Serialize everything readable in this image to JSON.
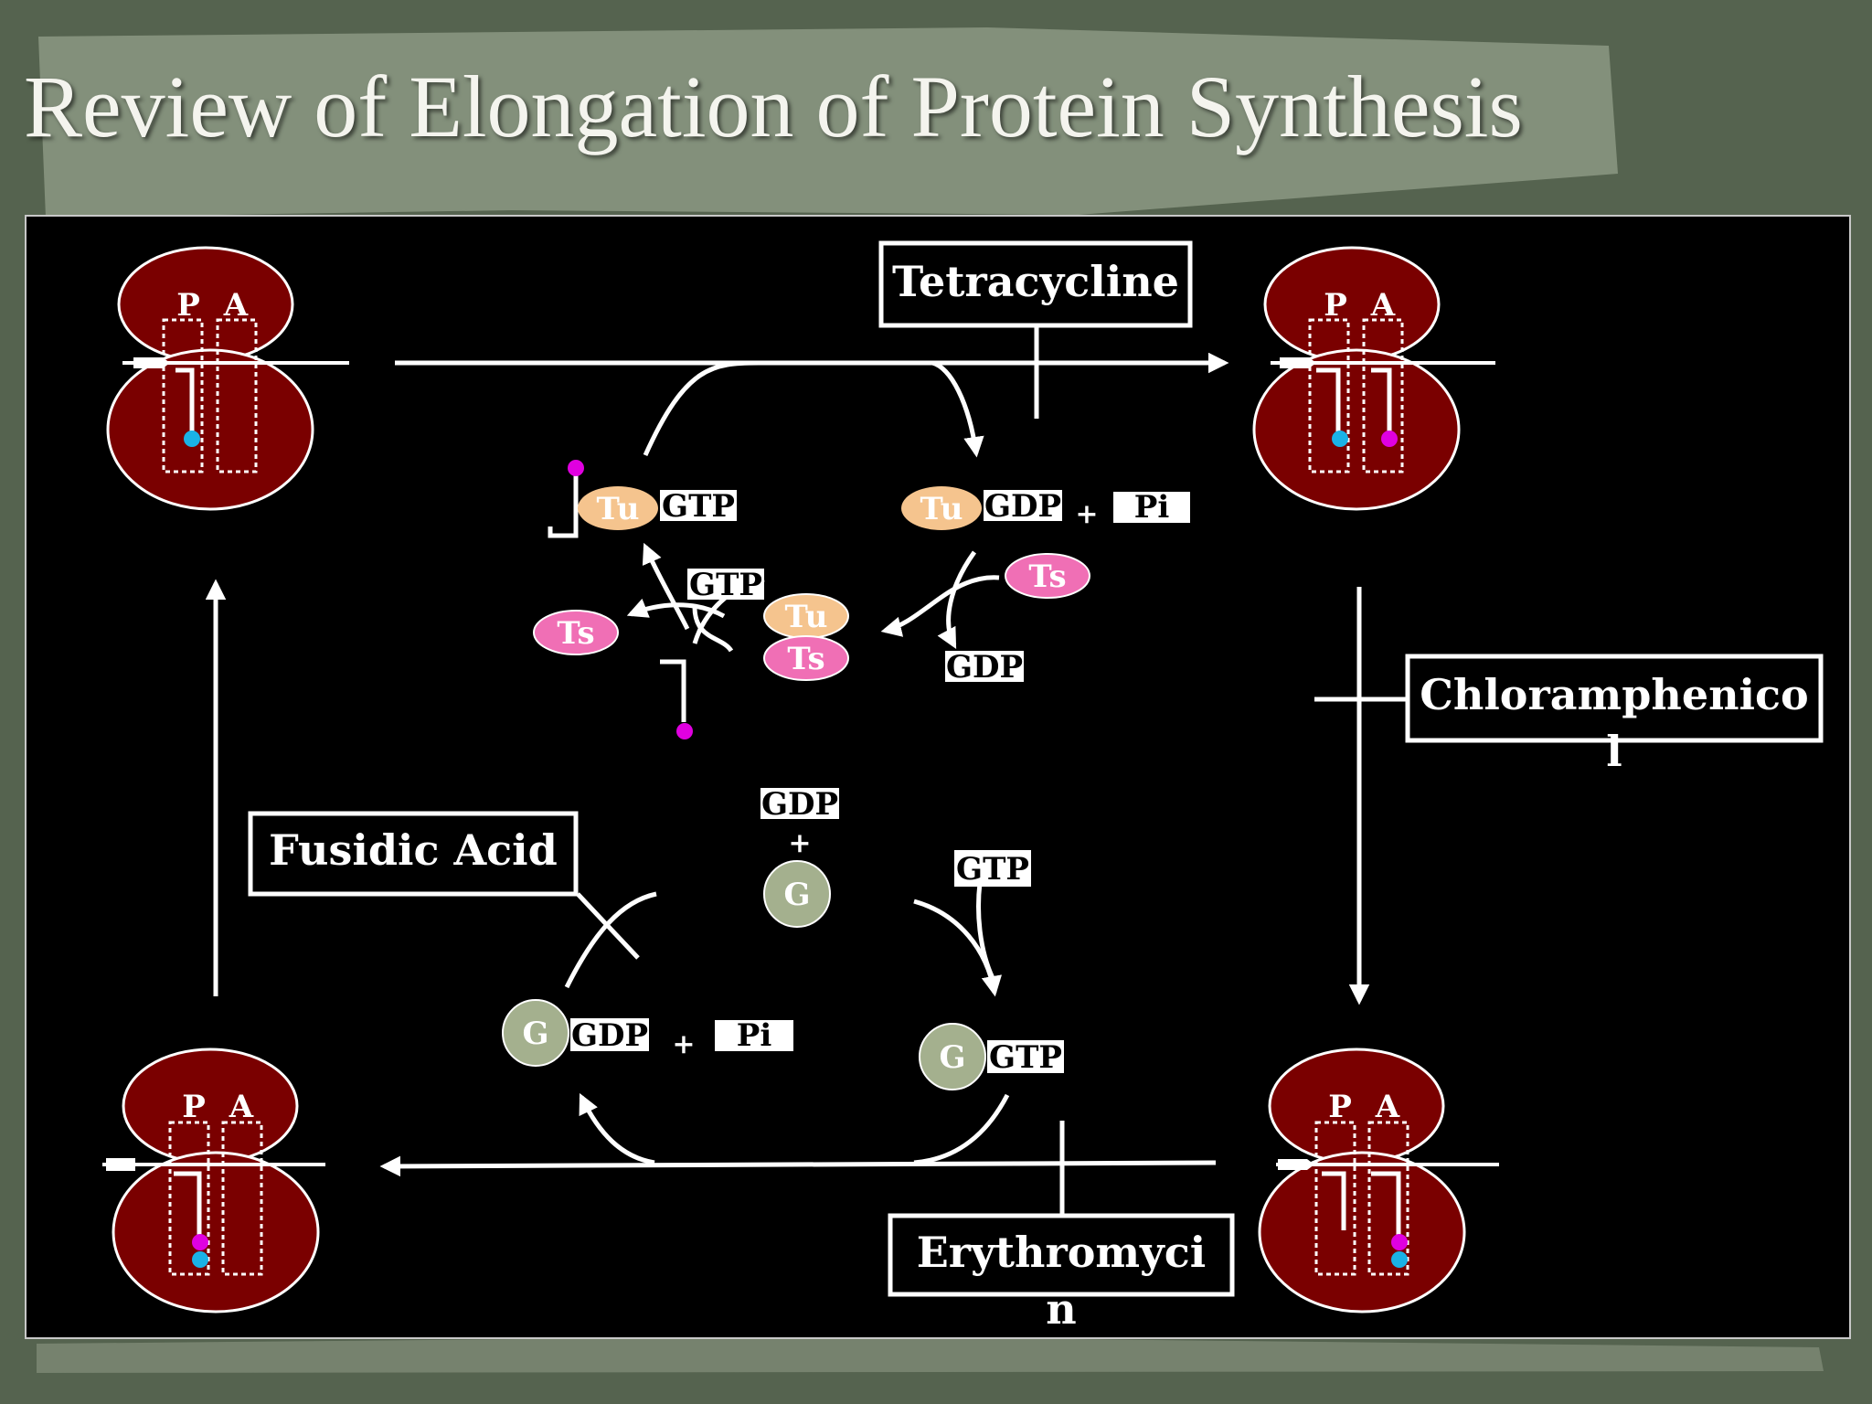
{
  "slide": {
    "title": "Review of Elongation of Protein Synthesis"
  },
  "ribosome": {
    "p_site": "P",
    "a_site": "A"
  },
  "antibiotics": {
    "tetracycline": "Tetracycline",
    "chloramphenicol_line1": "Chloramphenico",
    "chloramphenicol_line2": "l",
    "fusidic_acid": "Fusidic Acid",
    "erythromycin_line1": "Erythromyci",
    "erythromycin_line2": "n"
  },
  "factors": {
    "tu": "Tu",
    "ts": "Ts",
    "g": "G",
    "gtp": "GTP",
    "gdp": "GDP",
    "pi": "Pi",
    "plus": "+"
  },
  "colors": {
    "ribosome": "#7a0000",
    "tu": "#f5c48e",
    "ts": "#f06fb5",
    "g": "#a4b08e",
    "peptidyl_dot": "#e000e0",
    "aminoacyl_dot": "#1ab2e6",
    "panel": "#000000",
    "frame": "#55634f"
  }
}
